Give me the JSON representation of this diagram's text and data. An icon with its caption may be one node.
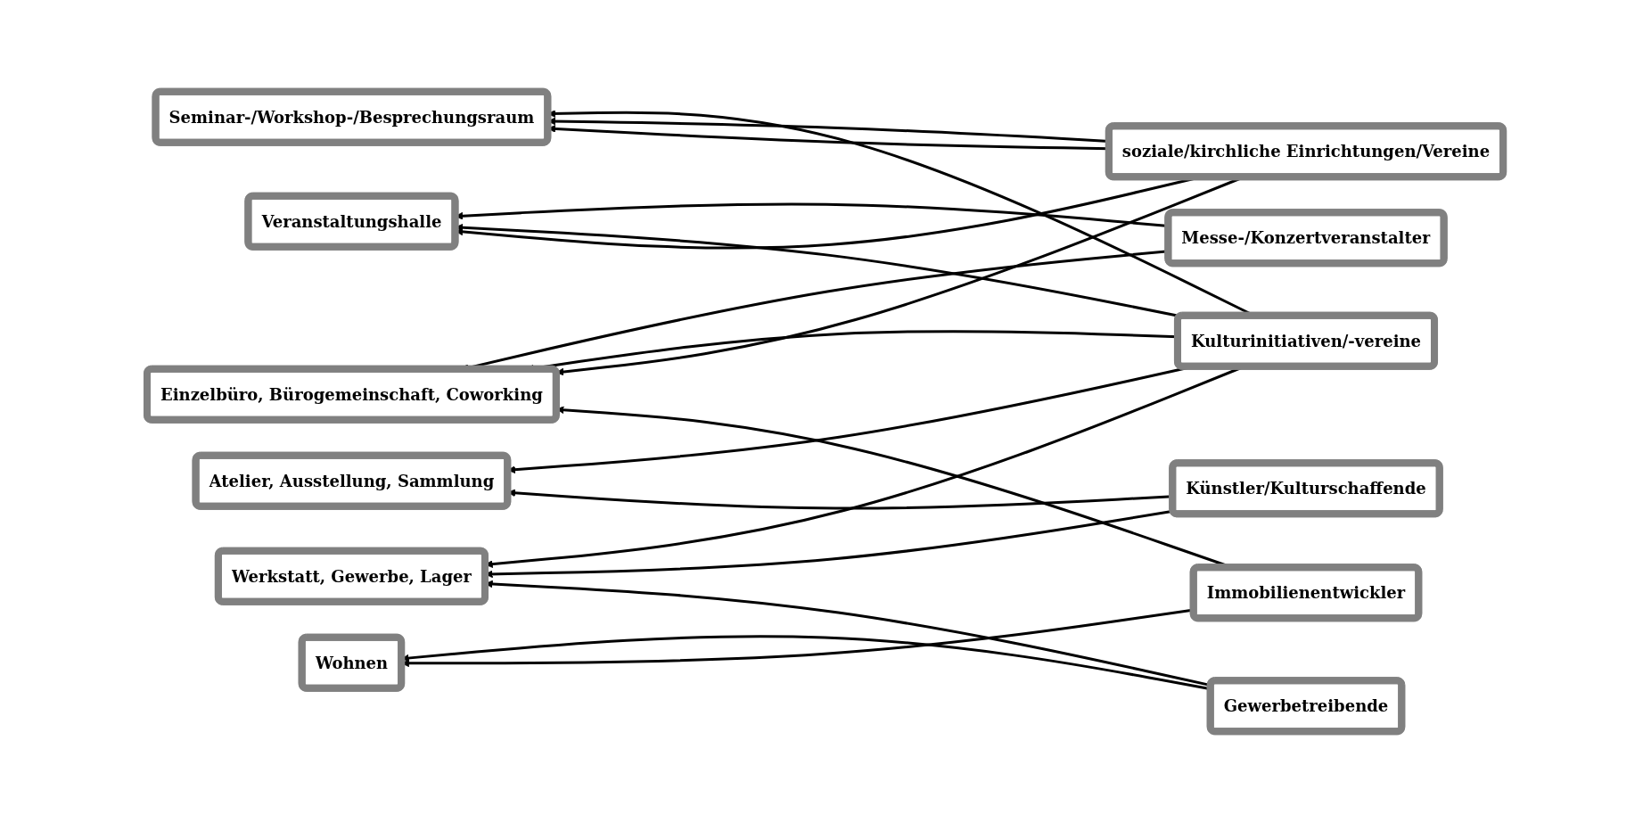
{
  "diagram": {
    "nodes": [
      {
        "text": [
          "Veranstaltungshalle"
        ]
      },
      {
        "text": [
          "Messe-/Konzertveranstalter"
        ]
      },
      {
        "text": [
          "Atelier, Ausstellung, Sammlung"
        ]
      },
      {
        "text": [
          "Kulturinitiativen/-vereine"
        ]
      },
      {
        "text": [
          "Werkstatt, Gewerbe, Lager"
        ]
      },
      {
        "text": [
          "Künstler/Kulturschaffende"
        ]
      },
      {
        "text": [
          "Einzelbüro, Bürogemeinschaft, Coworking"
        ]
      },
      {
        "text": [
          "soziale/kirchliche Einrichtungen/Vereine"
        ]
      },
      {
        "text": [
          "Seminar-/Workshop-/Besprechungsraum"
        ]
      },
      {
        "text": [
          "Gewerbetreibende"
        ]
      },
      {
        "text": [
          "Wohnen"
        ]
      },
      {
        "text": [
          "Immobilienentwickler"
        ]
      }
    ],
    "edges": [
      {
        "from": 1,
        "to": 0,
        "arrow": "to"
      },
      {
        "from": 1,
        "to": 6,
        "arrow": "to"
      },
      {
        "from": 3,
        "to": 0,
        "arrow": "to"
      },
      {
        "from": 3,
        "to": 2,
        "arrow": "to"
      },
      {
        "from": 3,
        "to": 4,
        "arrow": "to"
      },
      {
        "from": 3,
        "to": 6,
        "arrow": "to"
      },
      {
        "from": 3,
        "to": 8,
        "arrow": "to"
      },
      {
        "from": 5,
        "to": 2,
        "arrow": "to"
      },
      {
        "from": 5,
        "to": 4,
        "arrow": "to"
      },
      {
        "from": 7,
        "to": 0,
        "arrow": "to"
      },
      {
        "from": 7,
        "to": 6,
        "arrow": "to"
      },
      {
        "from": 7,
        "to": 8,
        "arrow": "to"
      },
      {
        "from": 7,
        "to": 8,
        "arrow": "to"
      },
      {
        "from": 9,
        "to": 4,
        "arrow": "to"
      },
      {
        "from": 9,
        "to": 10,
        "arrow": "to"
      },
      {
        "from": 11,
        "to": 6,
        "arrow": "to"
      },
      {
        "from": 11,
        "to": 10,
        "arrow": "to"
      }
    ]
  }
}
